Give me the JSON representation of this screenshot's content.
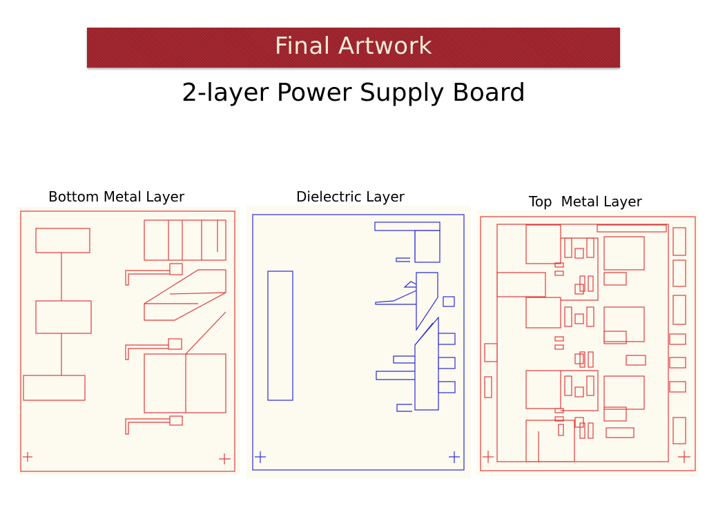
{
  "slide": {
    "title": "Final Artwork",
    "subtitle": "2-layer Power Supply Board"
  },
  "layers": [
    {
      "label": "Bottom Metal Layer",
      "color": "#e03a3a"
    },
    {
      "label": "Dielectric Layer",
      "color": "#2a2ad8"
    },
    {
      "label": "Top  Metal Layer",
      "color": "#e03a3a"
    }
  ]
}
